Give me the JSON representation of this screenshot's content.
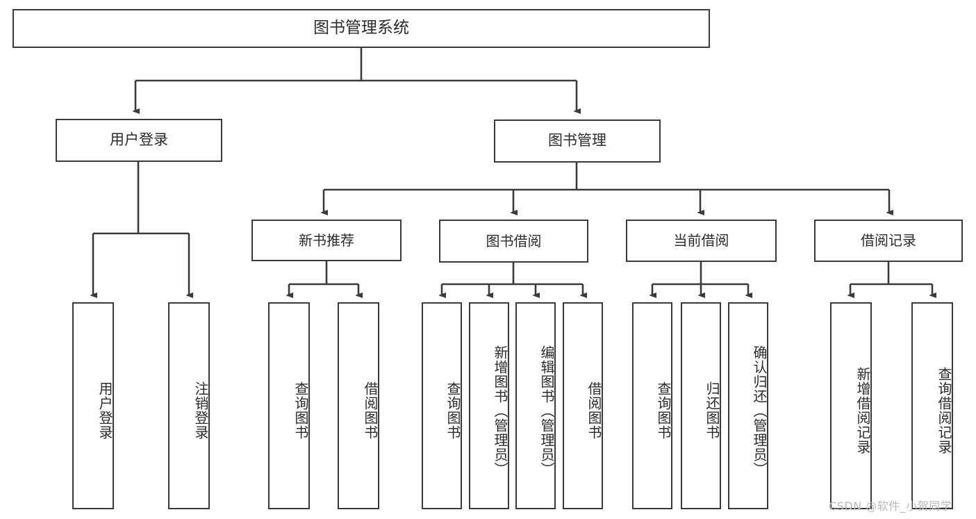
{
  "diagram": {
    "title": "图书管理系统",
    "type": "tree-hierarchy",
    "root": {
      "label": "图书管理系统"
    },
    "level1": [
      {
        "label": "用户登录"
      },
      {
        "label": "图书管理"
      }
    ],
    "level2": [
      {
        "label": "新书推荐"
      },
      {
        "label": "图书借阅"
      },
      {
        "label": "当前借阅"
      },
      {
        "label": "借阅记录"
      }
    ],
    "leaves": {
      "user_login": [
        {
          "label": "用户登录"
        },
        {
          "label": "注销登录"
        }
      ],
      "new_book_recommend": [
        {
          "label": "查询图书"
        },
        {
          "label": "借阅图书"
        }
      ],
      "book_borrow": [
        {
          "label": "查询图书"
        },
        {
          "label": "新增图书（管理员）"
        },
        {
          "label": "编辑图书（管理员）"
        },
        {
          "label": "借阅图书"
        }
      ],
      "current_borrow": [
        {
          "label": "查询图书"
        },
        {
          "label": "归还图书"
        },
        {
          "label": "确认归还（管理员）"
        }
      ],
      "borrow_record": [
        {
          "label": "新增借阅记录"
        },
        {
          "label": "查询借阅记录"
        }
      ]
    },
    "watermark": "CSDN @软件_小贺同学",
    "colors": {
      "box_border": "#3a3a3a",
      "box_fill": "#ffffff",
      "text": "#2b2b2b",
      "edge": "#3a3a3a",
      "watermark": "#b9b9b9",
      "background": "#ffffff"
    }
  }
}
